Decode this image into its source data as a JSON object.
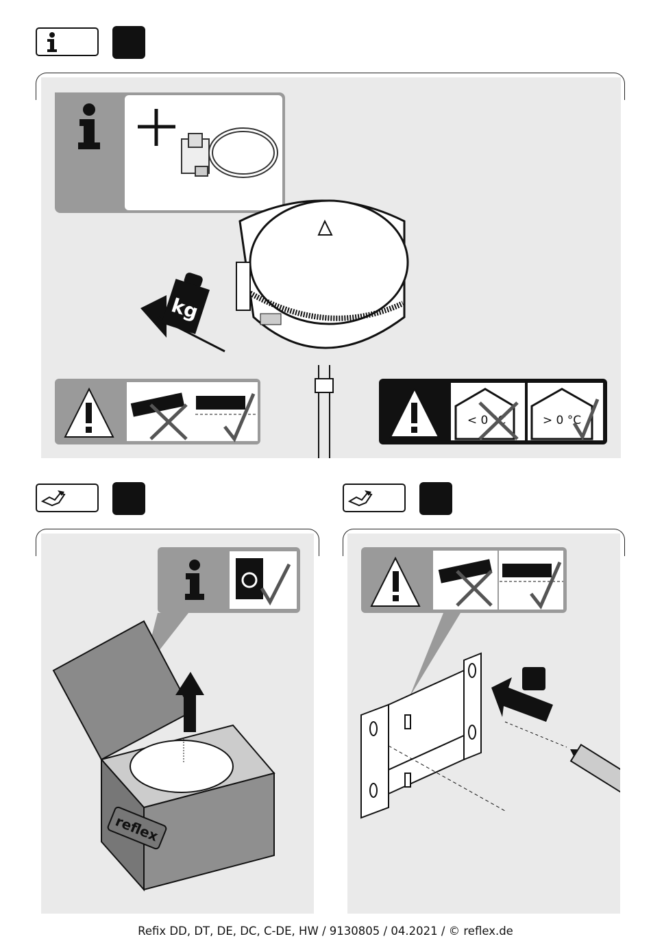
{
  "footer": {
    "text": "Refix DD, DT, DE, DC, C-DE, HW / 9130805 / 04.2021 / © reflex.de"
  },
  "top_panel": {
    "header_icon": "info-icon",
    "weight_symbol": "kg-weight-icon",
    "weight_label": "kg",
    "frost_wrong_label": "< 0 °C",
    "frost_right_label": "> 0 °C"
  },
  "left_panel": {
    "header_icon": "wrench-hand-icon",
    "box_brand": "reflex",
    "info_symbol": "recycle-bin-icon"
  },
  "right_panel": {
    "header_icon": "wrench-hand-icon"
  }
}
